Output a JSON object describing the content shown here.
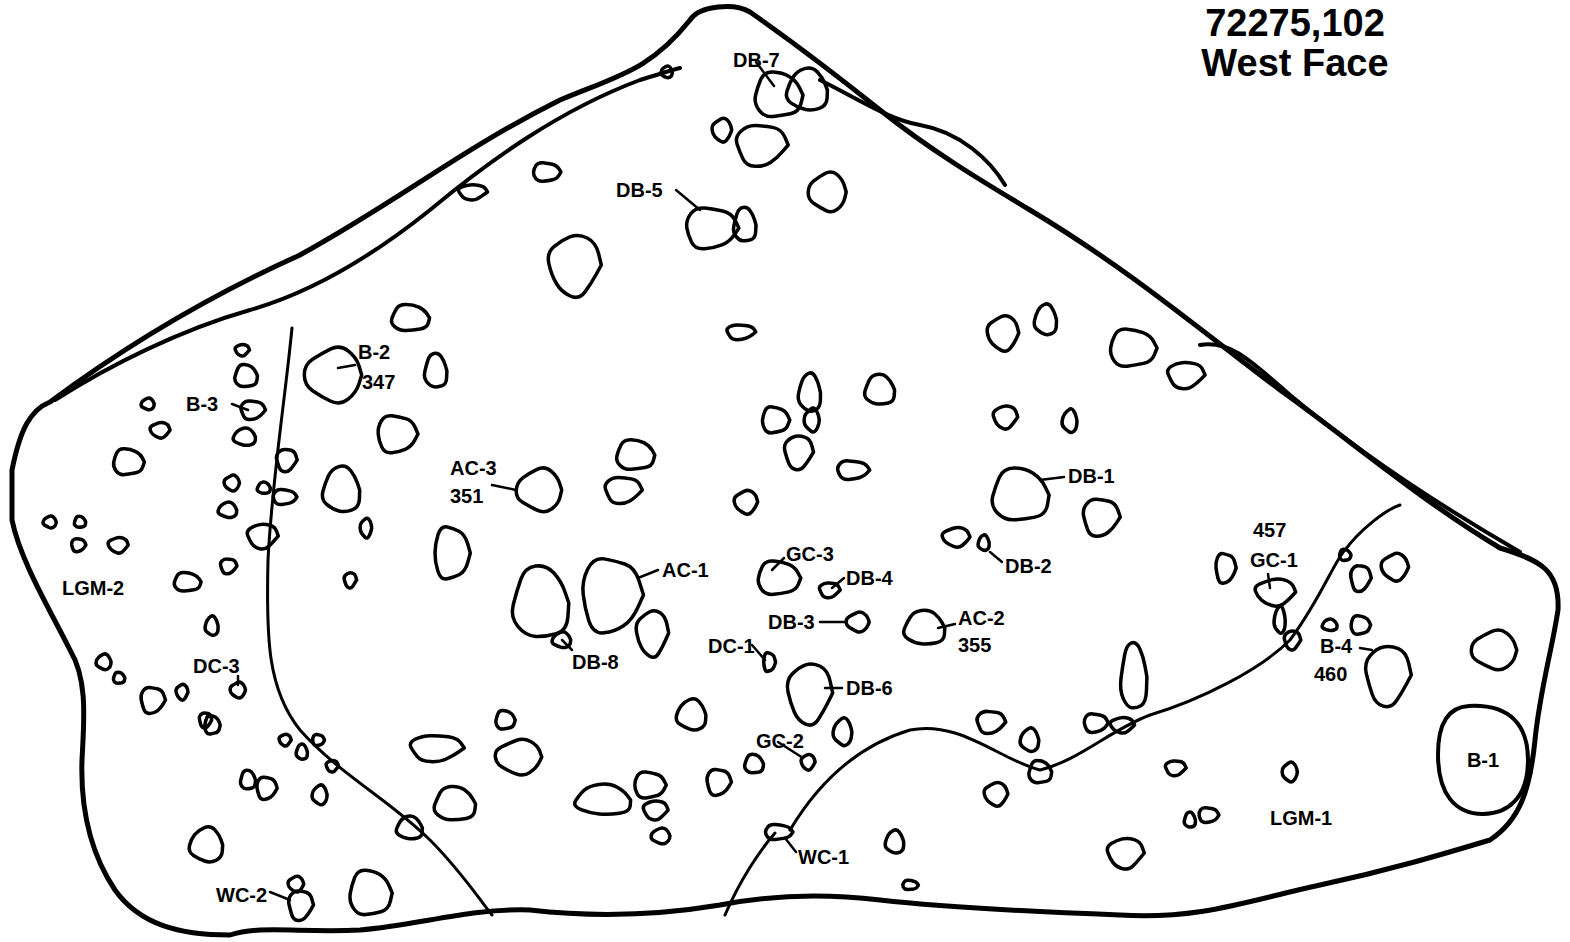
{
  "diagram": {
    "title": "72275,102 West Face",
    "nodes": [
      {
        "text": [
          "B-1"
        ]
      }
    ],
    "labels": [
      "DB-7",
      "DB-5",
      "B-2",
      "347",
      "B-3",
      "AC-3",
      "351",
      "AC-1",
      "GC-3",
      "DB-4",
      "DB-3",
      "DB-1",
      "DB-2",
      "AC-2",
      "355",
      "DB-8",
      "DC-1",
      "DB-6",
      "GC-2",
      "457",
      "GC-1",
      "B-4",
      "460",
      "LGM-2",
      "DC-3",
      "WC-2",
      "WC-1",
      "LGM-1"
    ]
  }
}
